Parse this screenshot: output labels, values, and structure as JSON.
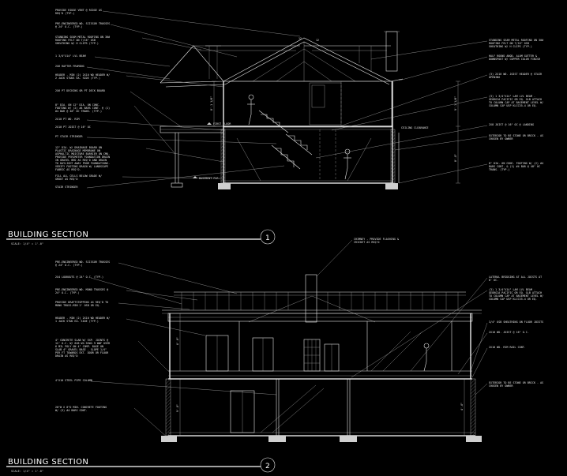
{
  "sections": [
    {
      "title": "BUILDING SECTION",
      "scale": "SCALE: 1/4\" = 1'-0\"",
      "number": "1",
      "left_notes": [
        "PROVIDE RIDGE VENT @ RIDGE AS REQ'D (TYP.)",
        "PRE-ENGINEERED WD. SCISSOR TRUSSES @ 24\" O.C. (TYP.)",
        "STANDING SEAM METAL ROOFING ON 30# ROOFING FELT ON 7/16\" OSB SHEATHING W/ H CLIPS (TYP.)",
        "1 3/4\"X14\" LVL BEAM",
        "2X6 RAFTER FRAMING",
        "HEADER - MIN (2) 2X10 WD HEADER W/ 2 JACK STUDS EA. SIDE (TYP.)",
        "2X6 PT DECKING OR PT DECK BOARD",
        "8\" DIA. ON 12\" DIA. ON CONC. FOOTING W/ (2) #4 BARS CONT. @ (1) #4 BAR @ 48\" OC TRANS. (TYP.)",
        "2X10 PT WD. RIM",
        "2X10 PT JOIST @ 16\" OC",
        "PT STAIR STRINGER",
        "12\" DIA. W/ DRAINAGE BOARD ON PLASTIC DRAINAGE MEMBRANE ON ASPHALTIC MOISTURE BARRIER ON CMU. PROVIDE PERIMETER FOUNDATION DRAIN IN GRAVEL BED AS REQ'D AND DRAIN TO DAYLIGHT AWAY FROM FOUNDATIONS. VERIFY FOOTING DRAIN W/ LANDSCAPE FABRIC AS REQ'D.",
        "FILL ALL CELLS BELOW GRADE W/ GROUT AS REQ'D",
        "STAIR STRINGER"
      ],
      "right_notes": [
        "STANDING SEAM METAL ROOFING ON 30# ROOFING FELT ON 7/16\" OSB SHEATHING W/ H CLIPS (TYP.)",
        "HALF ROUND ANOD. ALUM GUTTER & DOWNSPOUT W/ COPPER COLOR FINISH",
        "(3) 2X10 WD. JOIST HEADER @ STAIR OPENING",
        "(3) 1 3/4\"X14\" LAM LVL BEAM - GEORGIA PACIFIC OR EQ. GLB ATTACH TO COLUMN CAP AT BASEMENT LEVEL W/ COLUMN CAP USP KLCC35-4 OR EQ.",
        "2X8 JOIST @ 16\" OC @ LANDING",
        "EXTERIOR TO BE STONE OR BRICK - AS CHOSEN BY OWNER",
        "8\" DIA. ON CONC. FOOTING W/ (2) #4 BARS CONT. & (1) #4 BAR @ 48\" OC TRANS. (TYP.)"
      ],
      "tags": [
        "FIRST FLOOR",
        "CEILING CLEARANCE",
        "BASEMENT FLR."
      ]
    },
    {
      "title": "BUILDING SECTION",
      "scale": "SCALE: 1/4\" = 1'-0\"",
      "number": "2",
      "left_notes": [
        "PRE-ENGINEERED WD. SCISSOR TRUSSES @ 24\" O.C. (TYP.)",
        "2X4 LOOKOUTS @ 24\" O.C. (TYP.)",
        "PRE-ENGINEERED WD. MONO TRUSSES @ 24\" O.C. (TYP.)",
        "PROVIDE DRAFTSTOPPING AS REQ'D TO MONO TRUSS-MIN 2' OSB OR EQ.",
        "HEADER - MIN (2) 2X10 WD HEADER W/ 1 JACK STUD EA. SIDE (TYP.)",
        "4\" CONCRETE SLAB W/ EXP. JOINTS @ 12' O.C. W/ 6X6 W2.9XW2.9 WWF OVER 6 MIL POLY ON 4\" COMP. BASE ON SLAB 4\" GRAVEL BASE - SLOPE 1/4\" PER FT TOWARDS EXT. DOOR OR FLOOR DRAIN AS REQ'D",
        "4\"X10 STEEL PIPE COLUMN",
        "20\"W X 8\"D MIN. CONCRETE FOOTING W/ (3) #4 BARS CONT."
      ],
      "right_notes": [
        "CHIMNEY - PROVIDE FLASHING & CRICKET AS REQ'D",
        "LATERAL BRIDGING AT ALL JOISTS AT 8' OC.",
        "(3) 1 3/4\"X14\" LAM LVL BEAM - GEORGIA PACIFIC OR EQ. GLB ATTACH TO COLUMN CAP AT BASEMENT LEVEL W/ COLUMN CAP USP KLCC35-4 OR EQ.",
        "3/4\" OSB SHEATHING ON FLOOR JOISTS",
        "2X10 WD. JOIST @ 16\" O.C.",
        "2X10 WD. RIM RAIL CONT.",
        "EXTERIOR TO BE STONE OR BRICK - AS CHOSEN BY OWNER"
      ]
    }
  ],
  "dimensions": [
    "8'-1 1/8\"",
    "9'-1 1/8\"",
    "6'-8\"",
    "8'-0\"",
    "9'-0\"",
    "4'-6\""
  ]
}
